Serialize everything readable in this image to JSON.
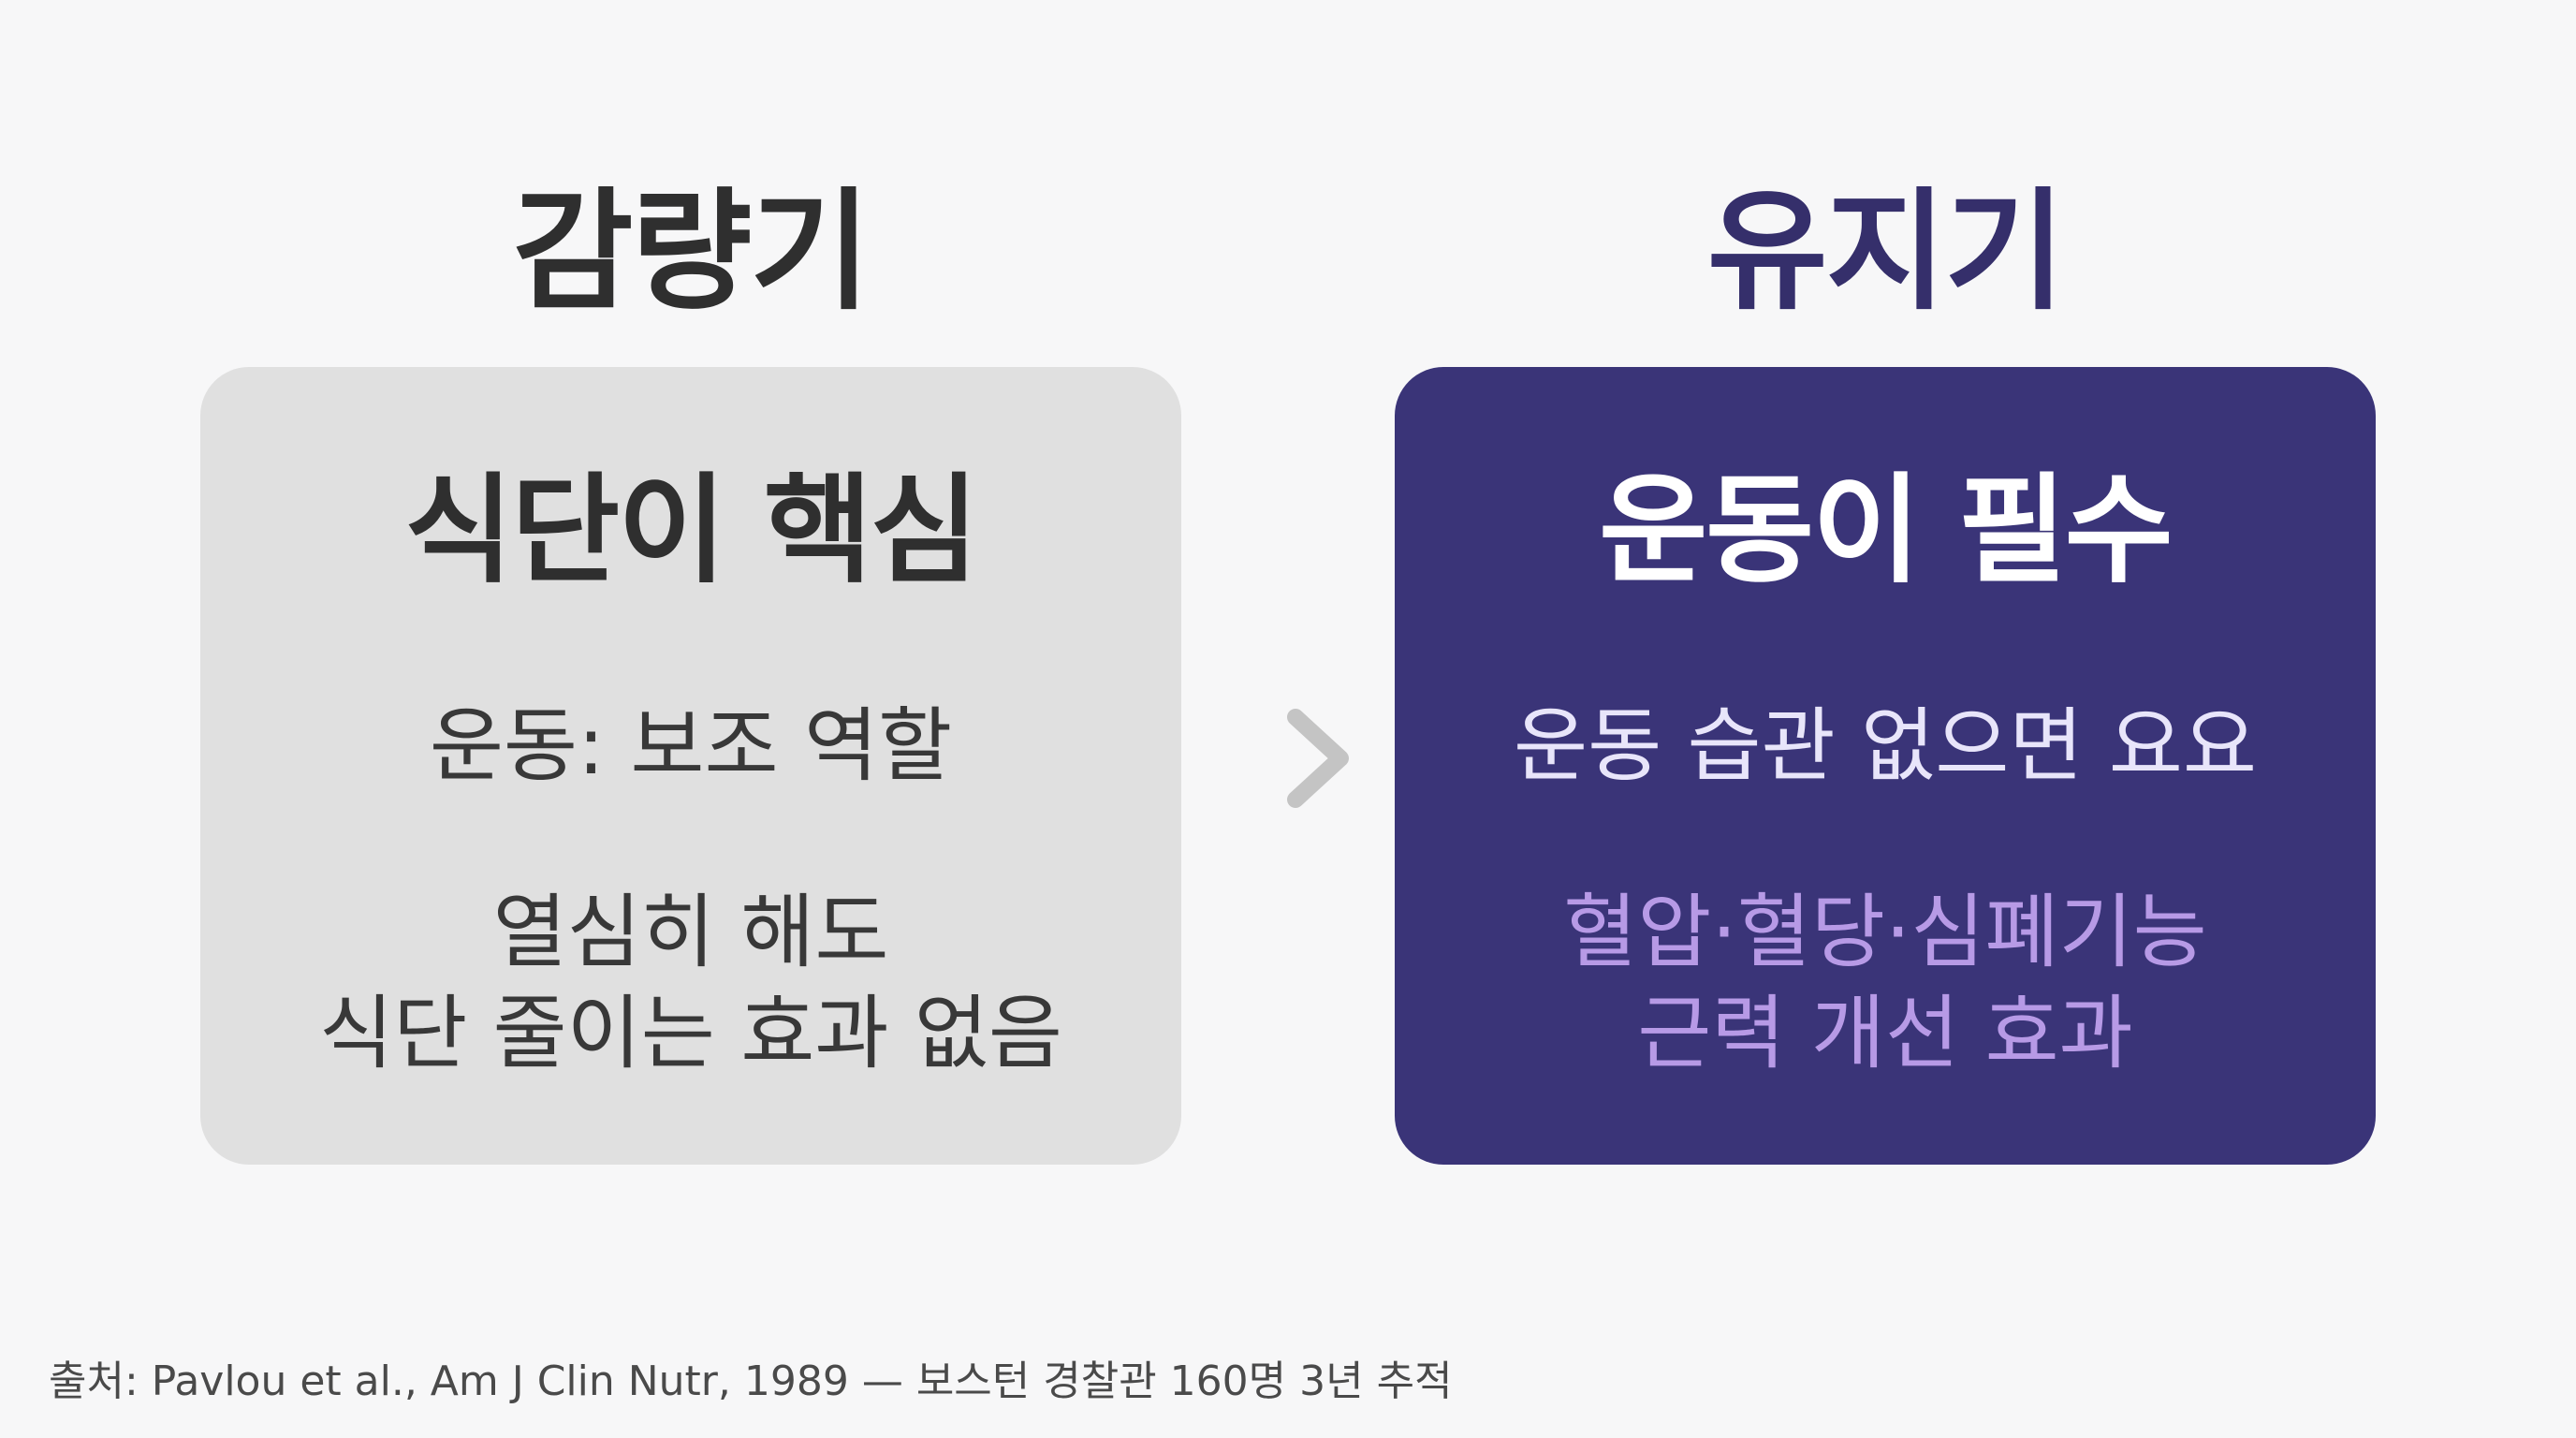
{
  "left": {
    "heading": "감량기",
    "title": "식단이 핵심",
    "subtitle": "운동: 보조 역할",
    "detail_lines": [
      "열심히 해도",
      "식단 줄이는 효과 없음"
    ]
  },
  "right": {
    "heading": "유지기",
    "title": "운동이 필수",
    "subtitle": "운동 습관 없으면 요요",
    "detail_lines": [
      "혈압·혈당·심폐기능",
      "근력 개선 효과"
    ]
  },
  "arrow_icon": "arrow-right-icon",
  "footnote": "출처: Pavlou et al., Am J Clin Nutr, 1989 — 보스턴 경찰관 160명 3년 추적",
  "colors": {
    "background": "#f7f7f8",
    "left_panel": "#e0e0e0",
    "right_panel": "#3a3478",
    "right_heading": "#352f6b",
    "right_detail": "#b79ae6",
    "arrow": "#c4c4c4"
  }
}
